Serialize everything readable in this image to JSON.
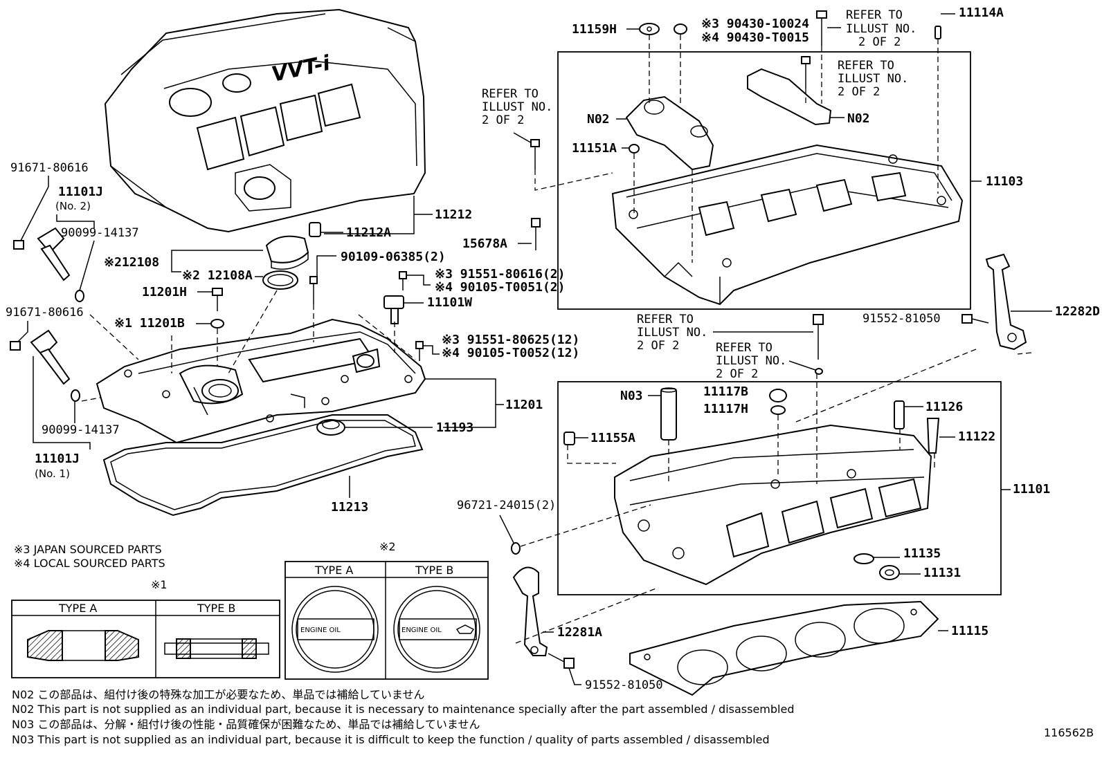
{
  "labels": {
    "p91671_80616_a": "91671-80616",
    "p11101J_no2": "11101J",
    "no2": "(No. 2)",
    "p90099_14137_a": "90099-14137",
    "p12108": "※212108",
    "p12108A": "※2 12108A",
    "p11201H": "11201H",
    "p11201B": "※1 11201B",
    "p91671_80616_b": "91671-80616",
    "p90099_14137_b": "90099-14137",
    "p11101J_no1": "11101J",
    "no1": "(No. 1)",
    "p11212": "11212",
    "p11212A": "11212A",
    "p90109_06385": "90109-06385(2)",
    "p91551_80616": "※3 91551-80616(2)",
    "p90105_T0051": "※4 90105-T0051(2)",
    "p11101W": "11101W",
    "p91551_80625": "※3 91551-80625(12)",
    "p90105_T0052": "※4 90105-T0052(12)",
    "p11201": "11201",
    "p11193": "11193",
    "p11213": "11213",
    "p11159H": "11159H",
    "p90430_10024": "※3 90430-10024",
    "p90430_T0015": "※4 90430-T0015",
    "p11114A": "11114A",
    "refer_top_1": "REFER TO",
    "refer_top_2": "ILLUST NO.",
    "refer_top_3": "2 OF 2",
    "refer_mid_1": "REFER TO",
    "refer_mid_2": "ILLUST NO.",
    "refer_mid_3": "2 OF 2",
    "refer_left_1": "REFER TO",
    "refer_left_2": "ILLUST NO.",
    "refer_left_3": "2 OF 2",
    "pN02_left": "N02",
    "pN02_right": "N02",
    "p11151A": "11151A",
    "p11103": "11103",
    "p15678A": "15678A",
    "p12282D": "12282D",
    "p91552_81050_a": "91552-81050",
    "refer_c1_1": "REFER TO",
    "refer_c1_2": "ILLUST NO.",
    "refer_c1_3": "2 OF 2",
    "refer_c2_1": "REFER TO",
    "refer_c2_2": "ILLUST NO.",
    "refer_c2_3": "2 OF 2",
    "pN03": "N03",
    "p11117B": "11117B",
    "p11117H": "11117H",
    "p11126": "11126",
    "p11122": "11122",
    "p11155A": "11155A",
    "p11101": "11101",
    "p96721_24015": "96721-24015(2)",
    "p11135": "11135",
    "p11131": "11131",
    "p12281A": "12281A",
    "p11115": "11115",
    "p91552_81050_b": "91552-81050"
  },
  "legend": {
    "japan": "※3 JAPAN SOURCED PARTS",
    "local": "※4 LOCAL SOURCED PARTS"
  },
  "table1": {
    "mark": "※1",
    "type_a": "TYPE A",
    "type_b": "TYPE B"
  },
  "table2": {
    "mark": "※2",
    "type_a": "TYPE A",
    "type_b": "TYPE B",
    "cap_text_a": "ENGINE OIL",
    "cap_text_b": "ENGINE OIL"
  },
  "cover_text": "VVT-i",
  "notes": [
    "N02  この部品は、組付け後の特殊な加工が必要なため、単品では補給していません",
    "N02  This part is not supplied as an individual part, because it is necessary to maintenance specially after the part assembled / disassembled",
    "N03  この部品は、分解・組付け後の性能・品質確保が困難なため、単品では補給していません",
    "N03  This part is not supplied as an individual part, because it is difficult to keep the function / quality of parts  assembled / disassembled"
  ],
  "ref_number": "116562B"
}
